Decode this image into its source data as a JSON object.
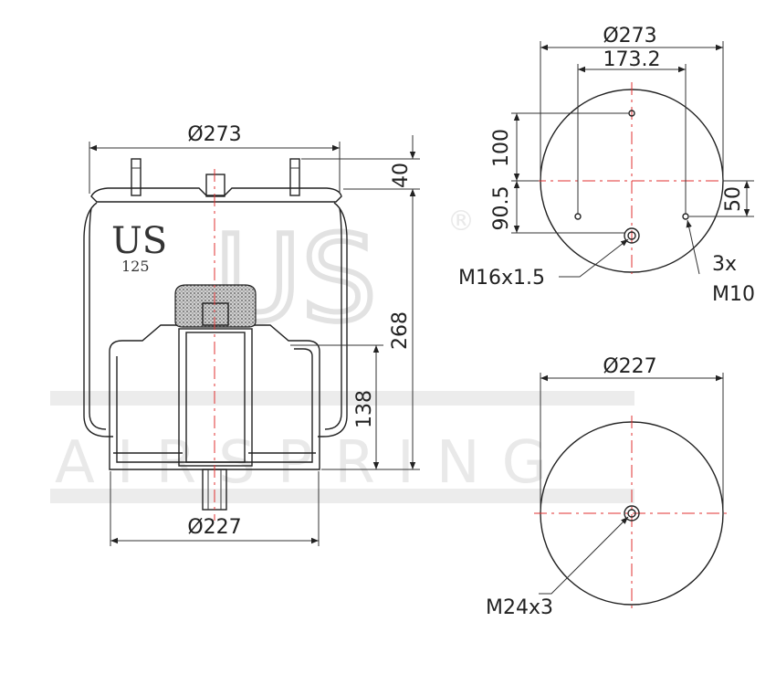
{
  "brand": {
    "logo": "US",
    "model": "125",
    "registered": "®",
    "watermark_logo": "US",
    "watermark_text": "AIRSPRING"
  },
  "side_view": {
    "top_diameter": "Ø273",
    "bottom_diameter": "Ø227",
    "stud_height": "40",
    "overall_height": "268",
    "piston_height": "138"
  },
  "top_view": {
    "outer_diameter": "Ø273",
    "bolt_spacing": "173.2",
    "dim_100": "100",
    "dim_90_5": "90.5",
    "dim_50": "50",
    "center_thread": "M16x1.5",
    "stud_count": "3x",
    "stud_thread": "M10"
  },
  "bottom_view": {
    "diameter": "Ø227",
    "center_thread": "M24x3"
  },
  "colors": {
    "line": "#222222",
    "centerline": "#e03030",
    "watermark": "#e6e6e6"
  }
}
